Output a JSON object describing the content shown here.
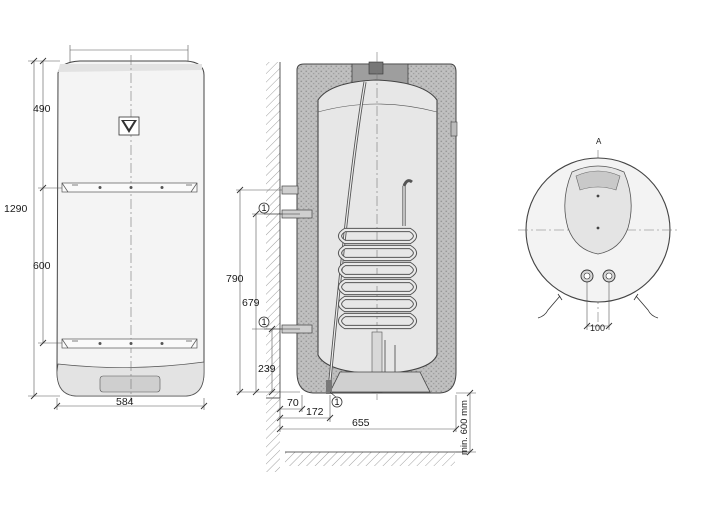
{
  "front_view": {
    "dims": {
      "total_height": "1290",
      "top_offset": "490",
      "bracket_spacing": "600",
      "width": "584"
    }
  },
  "side_view": {
    "dims": {
      "h790": "790",
      "h679": "679",
      "h239": "239",
      "w70": "70",
      "w172": "172",
      "w655": "655",
      "clearance": "min. 600 mm"
    },
    "callouts": [
      "1",
      "1",
      "1"
    ]
  },
  "top_view": {
    "label": "A",
    "dims": {
      "w100": "100"
    }
  }
}
